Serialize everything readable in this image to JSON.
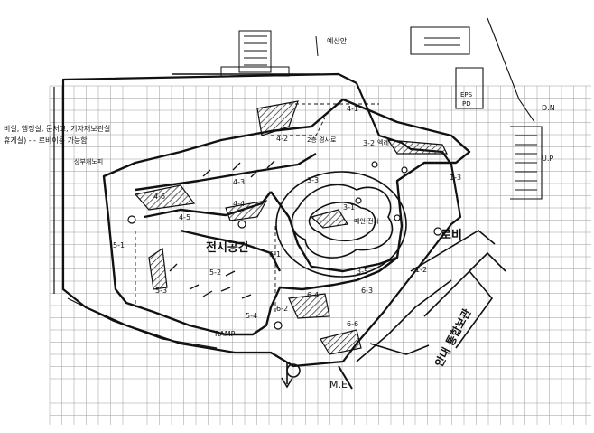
{
  "colors": {
    "ink": "#111111",
    "grid": "#9a9a9a",
    "paper": "#ffffff",
    "hatch": "#2a2a2a"
  },
  "header": {
    "elevation_note": "예산안"
  },
  "left_notes": {
    "rooms": "비실, 행정실, 문서고, 기자재보관실",
    "lounge": "휴게실) - - 로비이용 가능함",
    "sculpture": "상부캐노피"
  },
  "zones": {
    "z4_1": "4-1",
    "z4_2": "4-2",
    "z4_2_note": "2층 경사로",
    "z3_2": "3-2",
    "z3_2_note": "엑레",
    "z3_3": "3-3",
    "z4_3": "4-3",
    "z4_4": "4-4",
    "z4_5": "4-5",
    "z4_6": "4-6",
    "z3_1": "3-1",
    "z3_1_note": "메인 전시",
    "z5_1": "5-1",
    "z5_2": "5-2",
    "z5_3": "5-3",
    "z5_4": "5-4",
    "z6_1": "6-1",
    "z6_2": "6-2",
    "z6_3": "6-3",
    "z6_4": "6-4",
    "z6_6": "6-6",
    "z3_5": "3-5",
    "z1_2": "1-2",
    "z1_3": "1-3",
    "ramp": "RAMP",
    "hall": "전시공간",
    "lobby": "로비",
    "info": "안내 통합보관",
    "dn": "D.N",
    "up": "U.P",
    "eps": "EPS",
    "pd": "PD",
    "me": "M.E"
  }
}
